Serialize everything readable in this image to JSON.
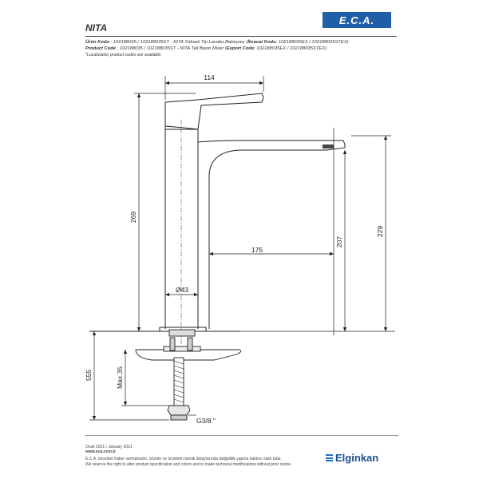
{
  "logo": {
    "text": "E.C.A."
  },
  "title": "NITA",
  "info": {
    "tr_label": "Ürün Kodu",
    "tr_value": ": 102188035 / 102188035ST - NITA Yüksek Tip Lavabo Bataryası (",
    "tr_export_label": "İhracat Kodu",
    "tr_export_value": ": 102188035EX / 102188035STEX)",
    "en_label": "Product Code",
    "en_value": ": 102188035 / 102188035ST - NITA Tall Basin Mixer (",
    "en_export_label": "Export Code",
    "en_export_value": ": 102188035EX / 102188035STEX)",
    "note": "*Localization product codes are available."
  },
  "dimensions": {
    "width_top": "114",
    "height_total": "269",
    "spout_reach": "175",
    "spout_height": "207",
    "height_229": "229",
    "diameter": "Ø43",
    "installed_height": "555",
    "max_thickness": "Max.35",
    "connection": "G3/8 \""
  },
  "footer": {
    "date": "Ocak 2021 / January 2021",
    "website": "www.eca.com.tr",
    "line_tr": "E.C.A. önceden haber vermeksizin, ürünler ve ürünlerin teknik detaylarında değişiklik yapma hakkını saklı tutar.",
    "line_en1": "We reserve the right to alter product specification and colors and to make technical modifications without prior notice."
  },
  "brand": {
    "name": "Elginkan"
  }
}
